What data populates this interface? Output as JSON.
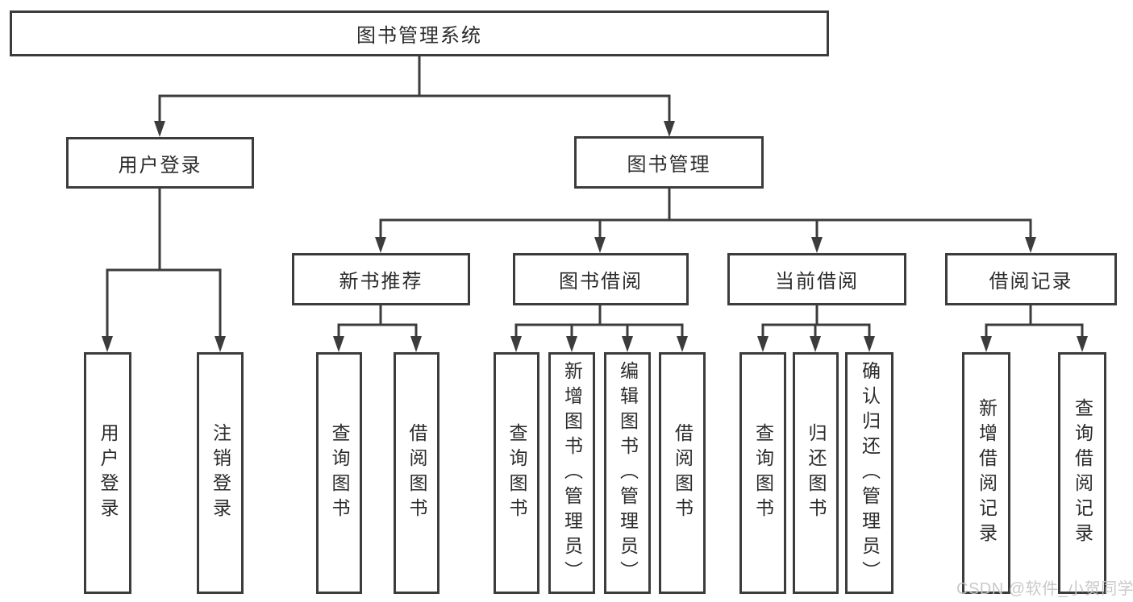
{
  "colors": {
    "line": "#3C3C3C",
    "text": "#2B2B2B",
    "box_background": "#FFFFFF",
    "page_background": "#FFFFFF",
    "watermark": "#C6C6C6"
  },
  "tree": {
    "root": {
      "label": "图书管理系统"
    },
    "branches": [
      {
        "label": "用户登录",
        "children": [
          {
            "label": "用户登录"
          },
          {
            "label": "注销登录"
          }
        ]
      },
      {
        "label": "图书管理",
        "sections": [
          {
            "label": "新书推荐",
            "children": [
              {
                "label": "查询图书"
              },
              {
                "label": "借阅图书"
              }
            ]
          },
          {
            "label": "图书借阅",
            "children": [
              {
                "label": "查询图书"
              },
              {
                "label": "新增图书（管理员）"
              },
              {
                "label": "编辑图书（管理员）"
              },
              {
                "label": "借阅图书"
              }
            ]
          },
          {
            "label": "当前借阅",
            "children": [
              {
                "label": "查询图书"
              },
              {
                "label": "归还图书"
              },
              {
                "label": "确认归还（管理员）"
              }
            ]
          },
          {
            "label": "借阅记录",
            "children": [
              {
                "label": "新增借阅记录"
              },
              {
                "label": "查询借阅记录"
              }
            ]
          }
        ]
      }
    ]
  },
  "watermark": {
    "text": "CSDN @软件_小贺同学"
  }
}
